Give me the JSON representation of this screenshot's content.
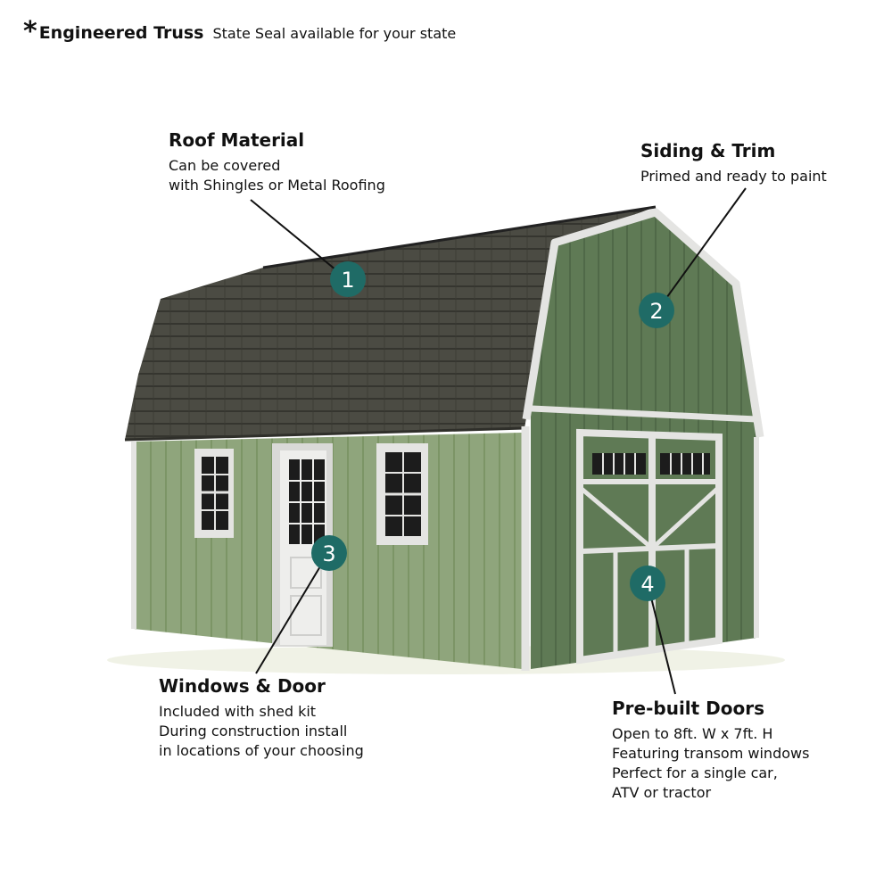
{
  "header": {
    "asterisk": "*",
    "title": "Engineered Truss",
    "subtitle": "State Seal available for your state"
  },
  "callouts": [
    {
      "number": "1",
      "title": "Roof Material",
      "lines": [
        "Can be covered",
        "with Shingles or Metal Roofing"
      ]
    },
    {
      "number": "2",
      "title": "Siding & Trim",
      "lines": [
        "Primed and ready to paint"
      ]
    },
    {
      "number": "3",
      "title": "Windows & Door",
      "lines": [
        "Included with shed kit",
        "During construction install",
        "in locations of your choosing"
      ]
    },
    {
      "number": "4",
      "title": "Pre-built Doors",
      "lines": [
        "Open to 8ft. W x 7ft. H",
        "Featuring transom windows",
        "Perfect for a single car,",
        "ATV or tractor"
      ]
    }
  ],
  "colors": {
    "marker": "#1f6b66",
    "siding": "#8fa57c",
    "siding_dark": "#5f7a55",
    "roof": "#4a4a42",
    "trim": "#e4e4e2"
  }
}
